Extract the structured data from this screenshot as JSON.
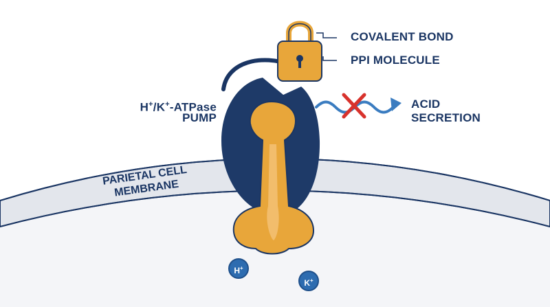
{
  "labels": {
    "covalent_bond": "COVALENT BOND",
    "ppi_molecule": "PPI MOLECULE",
    "pump_line1": "-ATPase",
    "pump_line2": "PUMP",
    "pump_h": "H",
    "pump_k": "K",
    "pump_sup": "+",
    "acid_line1": "ACID",
    "acid_line2": "SECRETION",
    "membrane_line1": "PARIETAL CELL",
    "membrane_line2": "MEMBRANE"
  },
  "ions": {
    "h": {
      "letter": "H",
      "charge": "+"
    },
    "k": {
      "letter": "K",
      "charge": "+"
    }
  },
  "colors": {
    "navy": "#1a3563",
    "orange": "#e8a63a",
    "orange_light": "#f2bd6c",
    "membrane": "#e3e6ec",
    "cell_interior": "#f4f5f8",
    "red_x": "#d8322c",
    "wave_blue": "#3a7cc0"
  }
}
